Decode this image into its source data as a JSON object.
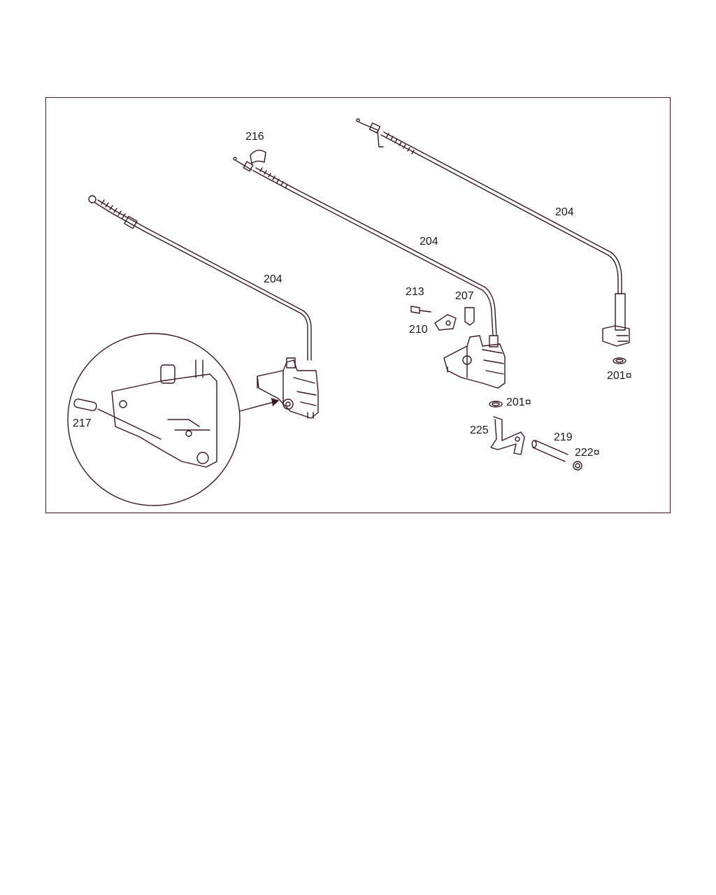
{
  "diagram": {
    "labels": {
      "l216": "216",
      "l204a": "204",
      "l204b": "204",
      "l204c": "204",
      "l213": "213",
      "l207": "207",
      "l210": "210",
      "l201a": "201¤",
      "l201b": "201¤",
      "l225": "225",
      "l219": "219",
      "l222": "222¤",
      "l217": "217"
    },
    "colors": {
      "line": "#3a1620",
      "accent": "#8a1c3a"
    }
  }
}
